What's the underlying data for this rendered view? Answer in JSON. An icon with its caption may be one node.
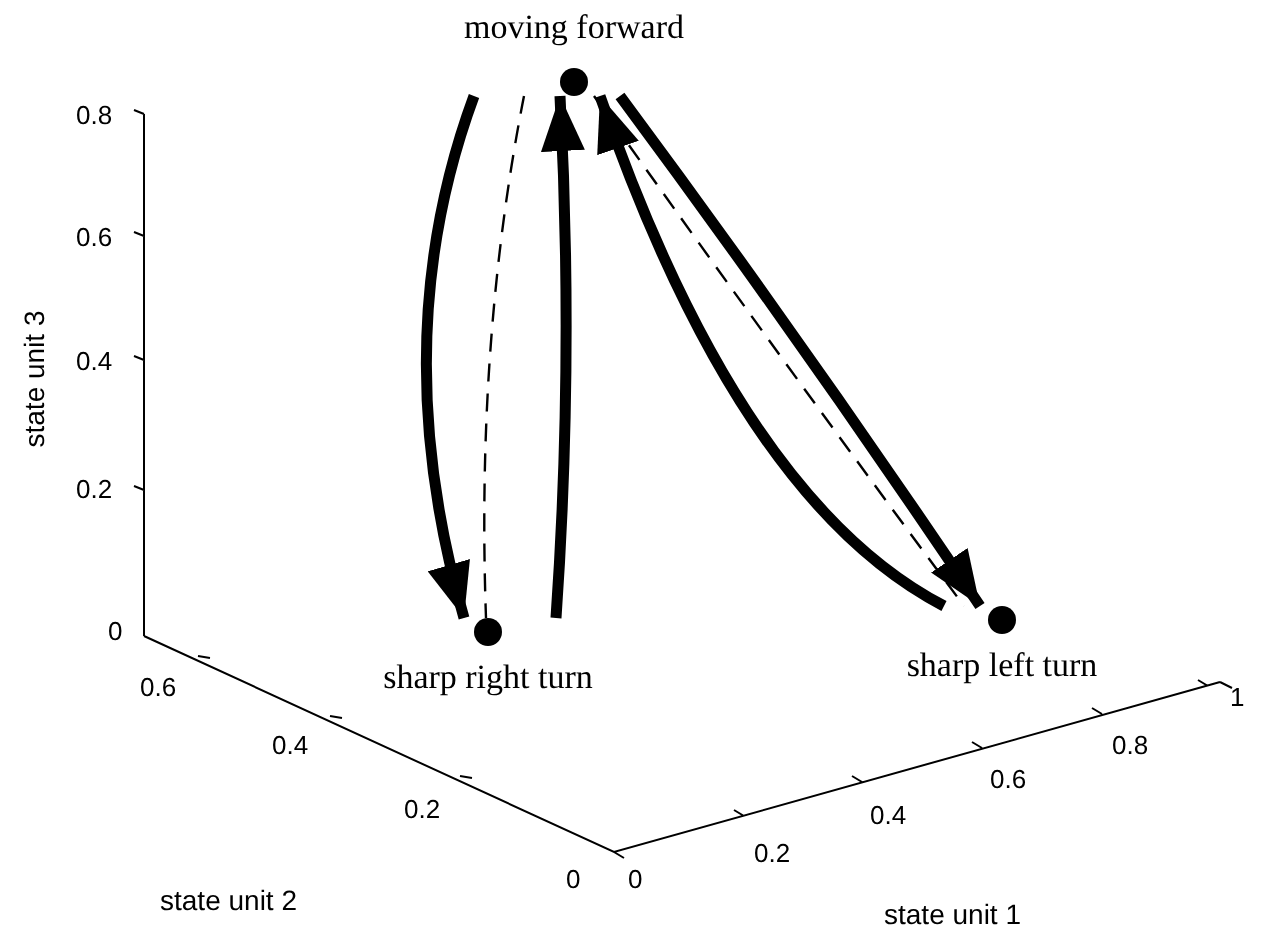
{
  "diagram": {
    "nodes": [
      {
        "text": [
          "moving forward"
        ]
      },
      {
        "text": [
          "sharp right turn"
        ]
      },
      {
        "text": [
          "sharp left turn"
        ]
      }
    ],
    "edges": [
      {
        "from": 0,
        "to": 1,
        "arrow": "to"
      },
      {
        "from": 1,
        "to": 0,
        "arrow": "to"
      },
      {
        "from": 0,
        "to": 2,
        "arrow": "to"
      },
      {
        "from": 2,
        "to": 0,
        "arrow": "to"
      },
      {
        "from": 0,
        "to": 1,
        "arrow": "none",
        "style": "dashed"
      },
      {
        "from": 0,
        "to": 2,
        "arrow": "none",
        "style": "dashed"
      }
    ],
    "labels": [
      "0.8",
      "0.6",
      "0.4",
      "0.2",
      "0",
      "state unit 3",
      "0.6",
      "0.4",
      "0.2",
      "0",
      "0",
      "0.2",
      "0.4",
      "0.6",
      "0.8",
      "1",
      "state unit 2",
      "state unit 1"
    ]
  }
}
